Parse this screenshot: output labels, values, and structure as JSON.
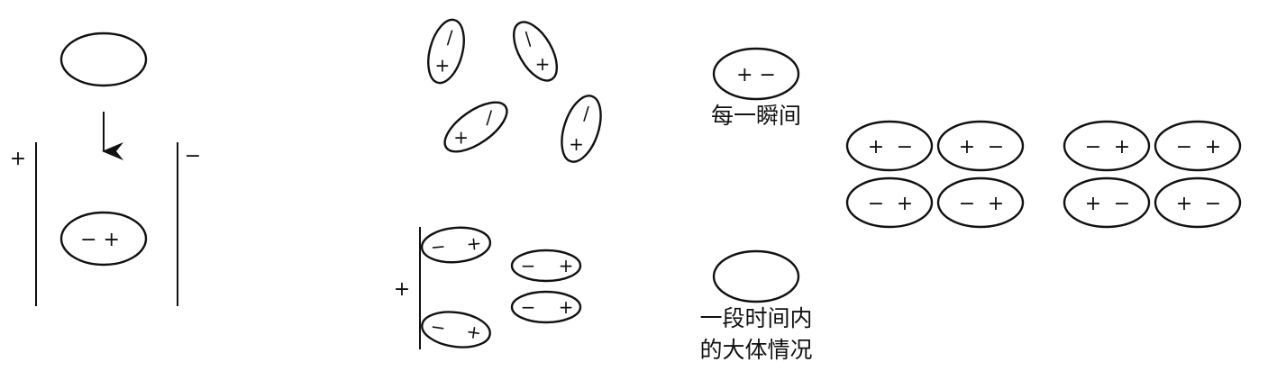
{
  "panel_a": {
    "plate_left_sign": "+",
    "plate_right_sign": "−",
    "molecule_signs": "− +"
  },
  "panel_b": {
    "random_molecules": [
      {
        "sign_1": "/",
        "sign_2": "+"
      },
      {
        "sign_1": "\\",
        "sign_2": "+"
      },
      {
        "sign_1": "/",
        "sign_2": "+"
      },
      {
        "sign_1": "/",
        "sign_2": "+"
      }
    ],
    "plate_sign": "+",
    "aligned_molecules": [
      {
        "left": "−",
        "right": "+"
      },
      {
        "left": "−",
        "right": "+"
      },
      {
        "left": "−",
        "right": "+"
      },
      {
        "left": "−",
        "right": "+"
      }
    ]
  },
  "panel_c": {
    "instant_signs": "+ −",
    "instant_caption": "每一瞬间",
    "average_caption_line1": "一段时间内",
    "average_caption_line2": "的大体情况"
  },
  "panel_d": {
    "group_1": [
      {
        "left": "+",
        "right": "−"
      },
      {
        "left": "+",
        "right": "−"
      },
      {
        "left": "−",
        "right": "+"
      },
      {
        "left": "−",
        "right": "+"
      }
    ],
    "group_2": [
      {
        "left": "−",
        "right": "+"
      },
      {
        "left": "−",
        "right": "+"
      },
      {
        "left": "+",
        "right": "−"
      },
      {
        "left": "+",
        "right": "−"
      }
    ]
  }
}
